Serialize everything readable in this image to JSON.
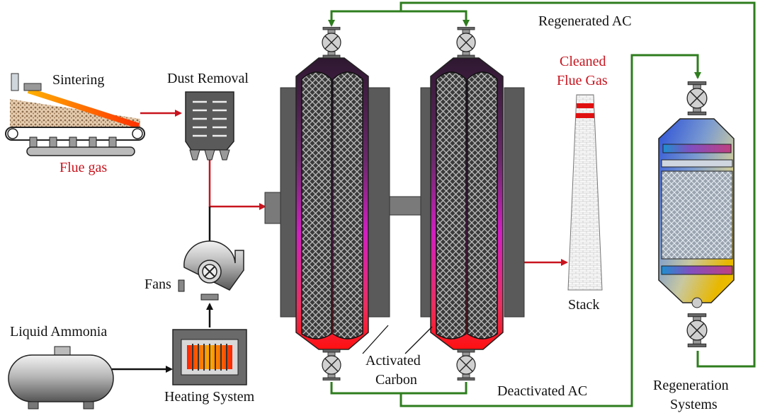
{
  "labels": {
    "sintering": "Sintering",
    "flue_gas": "Flue gas",
    "dust_removal": "Dust Removal",
    "fans": "Fans",
    "liquid_ammonia": "Liquid Ammonia",
    "heating_system": "Heating System",
    "activated_carbon_1": "Activated",
    "activated_carbon_2": "Carbon",
    "regenerated_ac": "Regenerated AC",
    "cleaned_flue_gas_1": "Cleaned",
    "cleaned_flue_gas_2": "Flue Gas",
    "stack": "Stack",
    "deactivated_ac": "Deactivated AC",
    "regeneration_systems_1": "Regeneration",
    "regeneration_systems_2": "Systems"
  },
  "colors": {
    "flue_gas_line": "#c8141e",
    "ac_cycle_line": "#2e7d1e",
    "process_line": "#111111",
    "label_red": "#c8141e"
  }
}
